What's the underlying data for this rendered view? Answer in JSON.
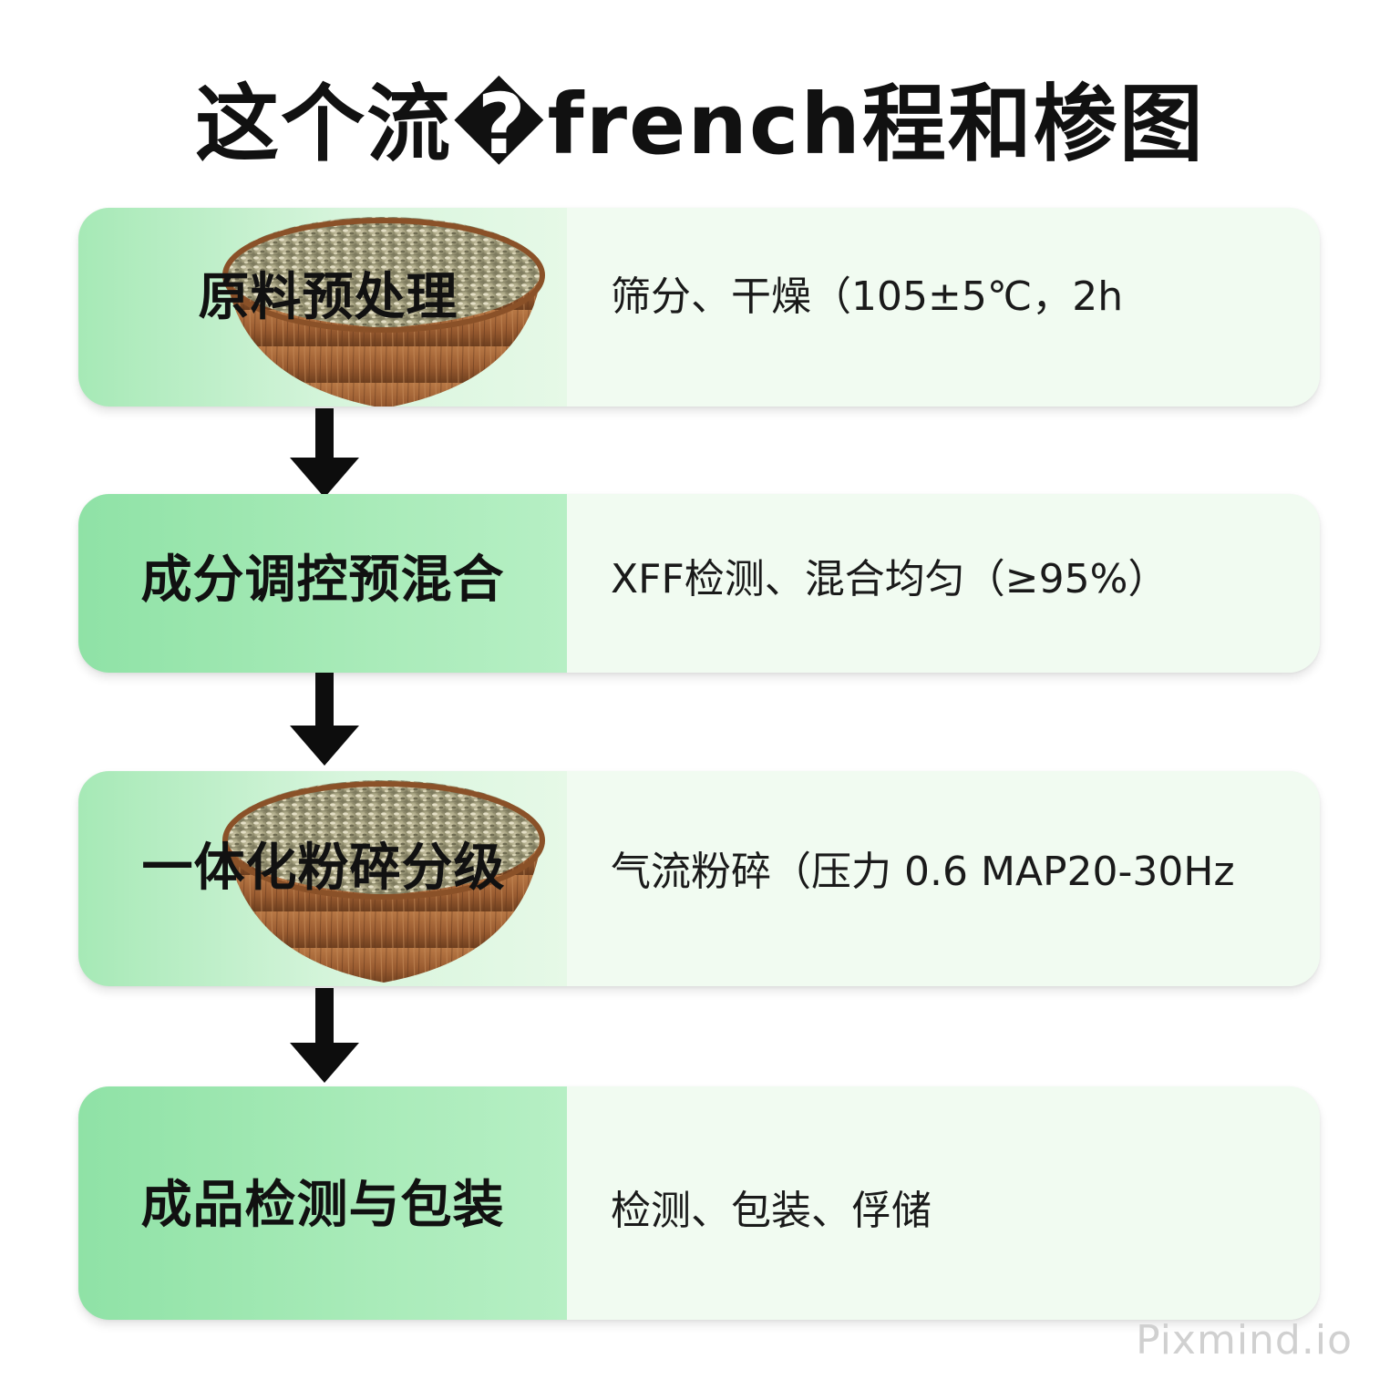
{
  "title": "这个流�french程和椮图",
  "steps": [
    {
      "label": "原料预处理",
      "desc": "筛分、干燥（105±5℃，2h"
    },
    {
      "label": "成分调控预混合",
      "desc": "XFF检测、混合均匀（≥95%）"
    },
    {
      "label": "一体化粉碎分级",
      "desc": "气流粉碎（压力 0.6 MAP20-30Hz"
    },
    {
      "label": "成品检测与包装",
      "desc": "检测、包装、俘储"
    }
  ],
  "watermark": "Pixmind.io",
  "colors": {
    "card_left_light": "#a6e9b6",
    "card_left_strong": "#8fe2a6",
    "card_right": "#f1fbf1",
    "arrow": "#0d0d0d",
    "bowl_wood": "#a8683a"
  },
  "icons": {
    "bowl": "grain-bowl-icon",
    "arrow": "arrow-down-icon"
  }
}
